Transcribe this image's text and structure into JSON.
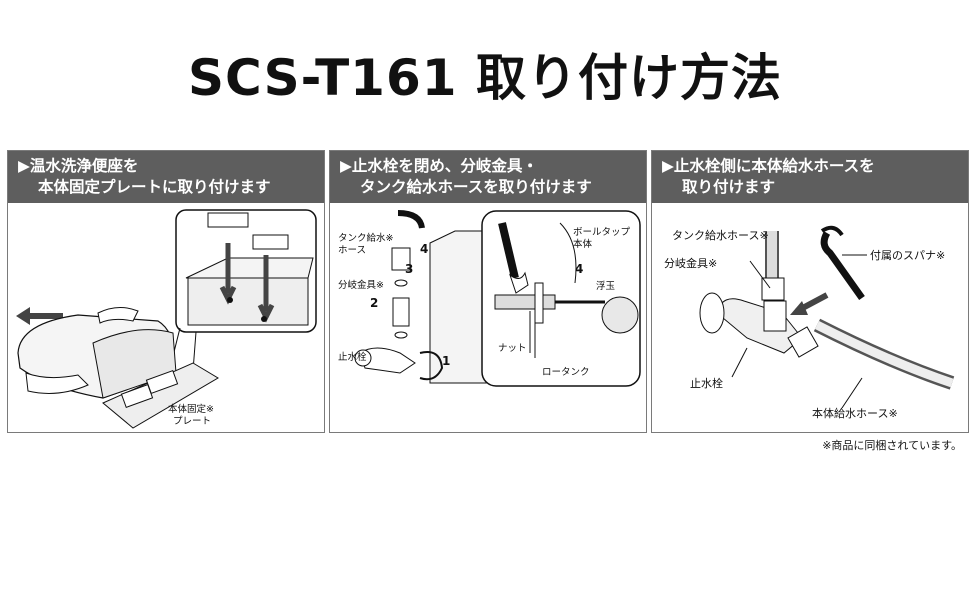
{
  "title": "SCS-T161 取り付け方法",
  "panels": [
    {
      "heading_line1": "▶温水洗浄便座を",
      "heading_line2": "本体固定プレートに取り付けます",
      "labels": {
        "plate_line1": "本体固定※",
        "plate_line2": "プレート"
      }
    },
    {
      "heading_line1": "▶止水栓を閉め、分岐金具・",
      "heading_line2": "タンク給水ホースを取り付けます",
      "labels": {
        "hose_line1": "タンク給水※",
        "hose_line2": "ホース",
        "branch": "分岐金具※",
        "valve": "止水栓",
        "ballcock_line1": "ボールタップ",
        "ballcock_line2": "本体",
        "float": "浮玉",
        "nut": "ナット",
        "low_tank": "ロータンク"
      },
      "step_numbers": [
        "1",
        "2",
        "3",
        "4",
        "4"
      ]
    },
    {
      "heading_line1": "▶止水栓側に本体給水ホースを",
      "heading_line2": "取り付けます",
      "labels": {
        "tank_hose": "タンク給水ホース※",
        "branch": "分岐金具※",
        "spanner": "付属のスパナ※",
        "valve": "止水栓",
        "main_hose": "本体給水ホース※"
      }
    }
  ],
  "footnote": "※商品に同梱されています。",
  "colors": {
    "heading_bg": "#5e5e5e",
    "heading_text": "#ffffff",
    "line": "#111111",
    "fill_gray": "#d9d9d9"
  }
}
